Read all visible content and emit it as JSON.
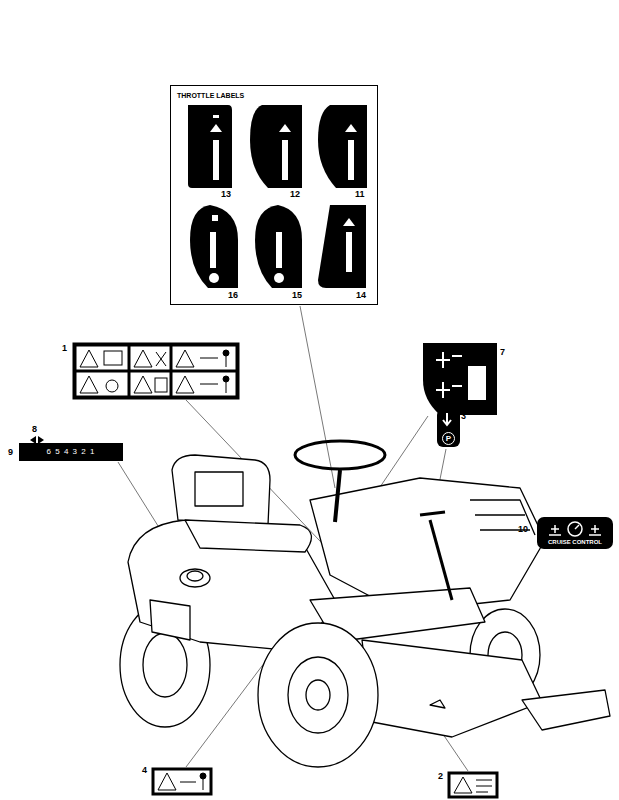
{
  "diagram": {
    "nodes": [
      {
        "text": [
          "THROTTLE LABELS"
        ]
      },
      {
        "text": [
          "P"
        ]
      },
      {
        "text": [
          "6 5 4 3 2 1"
        ]
      },
      {
        "text": [
          "CRUISE CONTROL"
        ]
      }
    ],
    "labels": [
      "13",
      "12",
      "11",
      "16",
      "15",
      "14",
      "1",
      "7",
      "3",
      "8",
      "9",
      "10",
      "4",
      "2"
    ]
  }
}
